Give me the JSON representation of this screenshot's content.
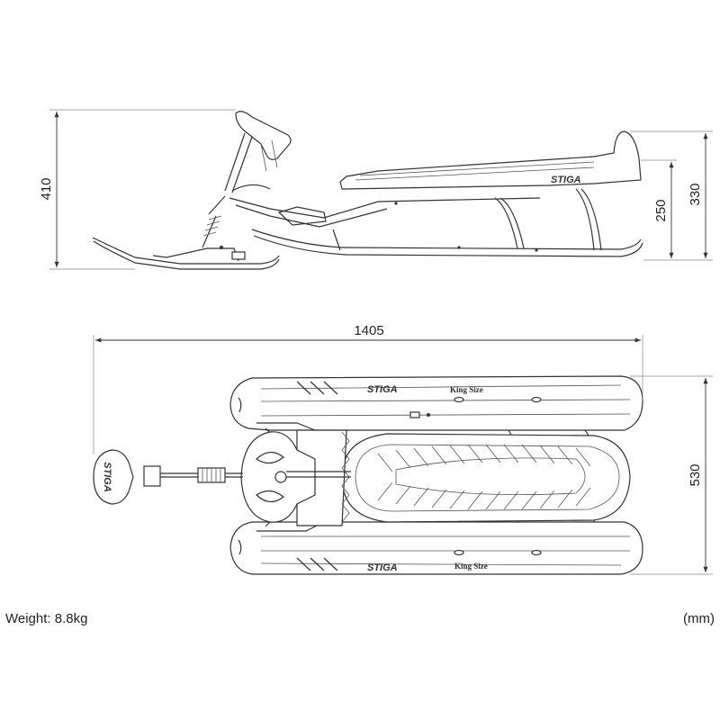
{
  "dimensions": {
    "height_total": "410",
    "height_seat_front": "330",
    "height_seat": "250",
    "length": "1405",
    "width": "530"
  },
  "labels": {
    "brand_top": "STIGA",
    "brand_bottom": "STIGA",
    "brand_handle": "STIGA",
    "model_top": "King Size",
    "model_bottom": "King Size"
  },
  "footer": {
    "weight": "Weight: 8.8kg",
    "units": "(mm)"
  }
}
